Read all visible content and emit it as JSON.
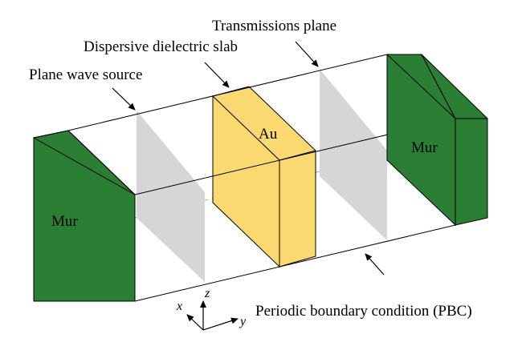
{
  "labels": {
    "transmissions_plane": "Transmissions plane",
    "dispersive_slab": "Dispersive dielectric slab",
    "plane_wave_source": "Plane wave source",
    "slab_material": "Au",
    "mur_left": "Mur",
    "mur_right": "Mur",
    "pbc": "Periodic boundary condition (PBC)"
  },
  "axes": {
    "x": "x",
    "y": "y",
    "z": "z"
  },
  "colors": {
    "mur": "#2a7f35",
    "slab": "#fad970",
    "plane": "#d6d6d6",
    "line": "#000000"
  }
}
